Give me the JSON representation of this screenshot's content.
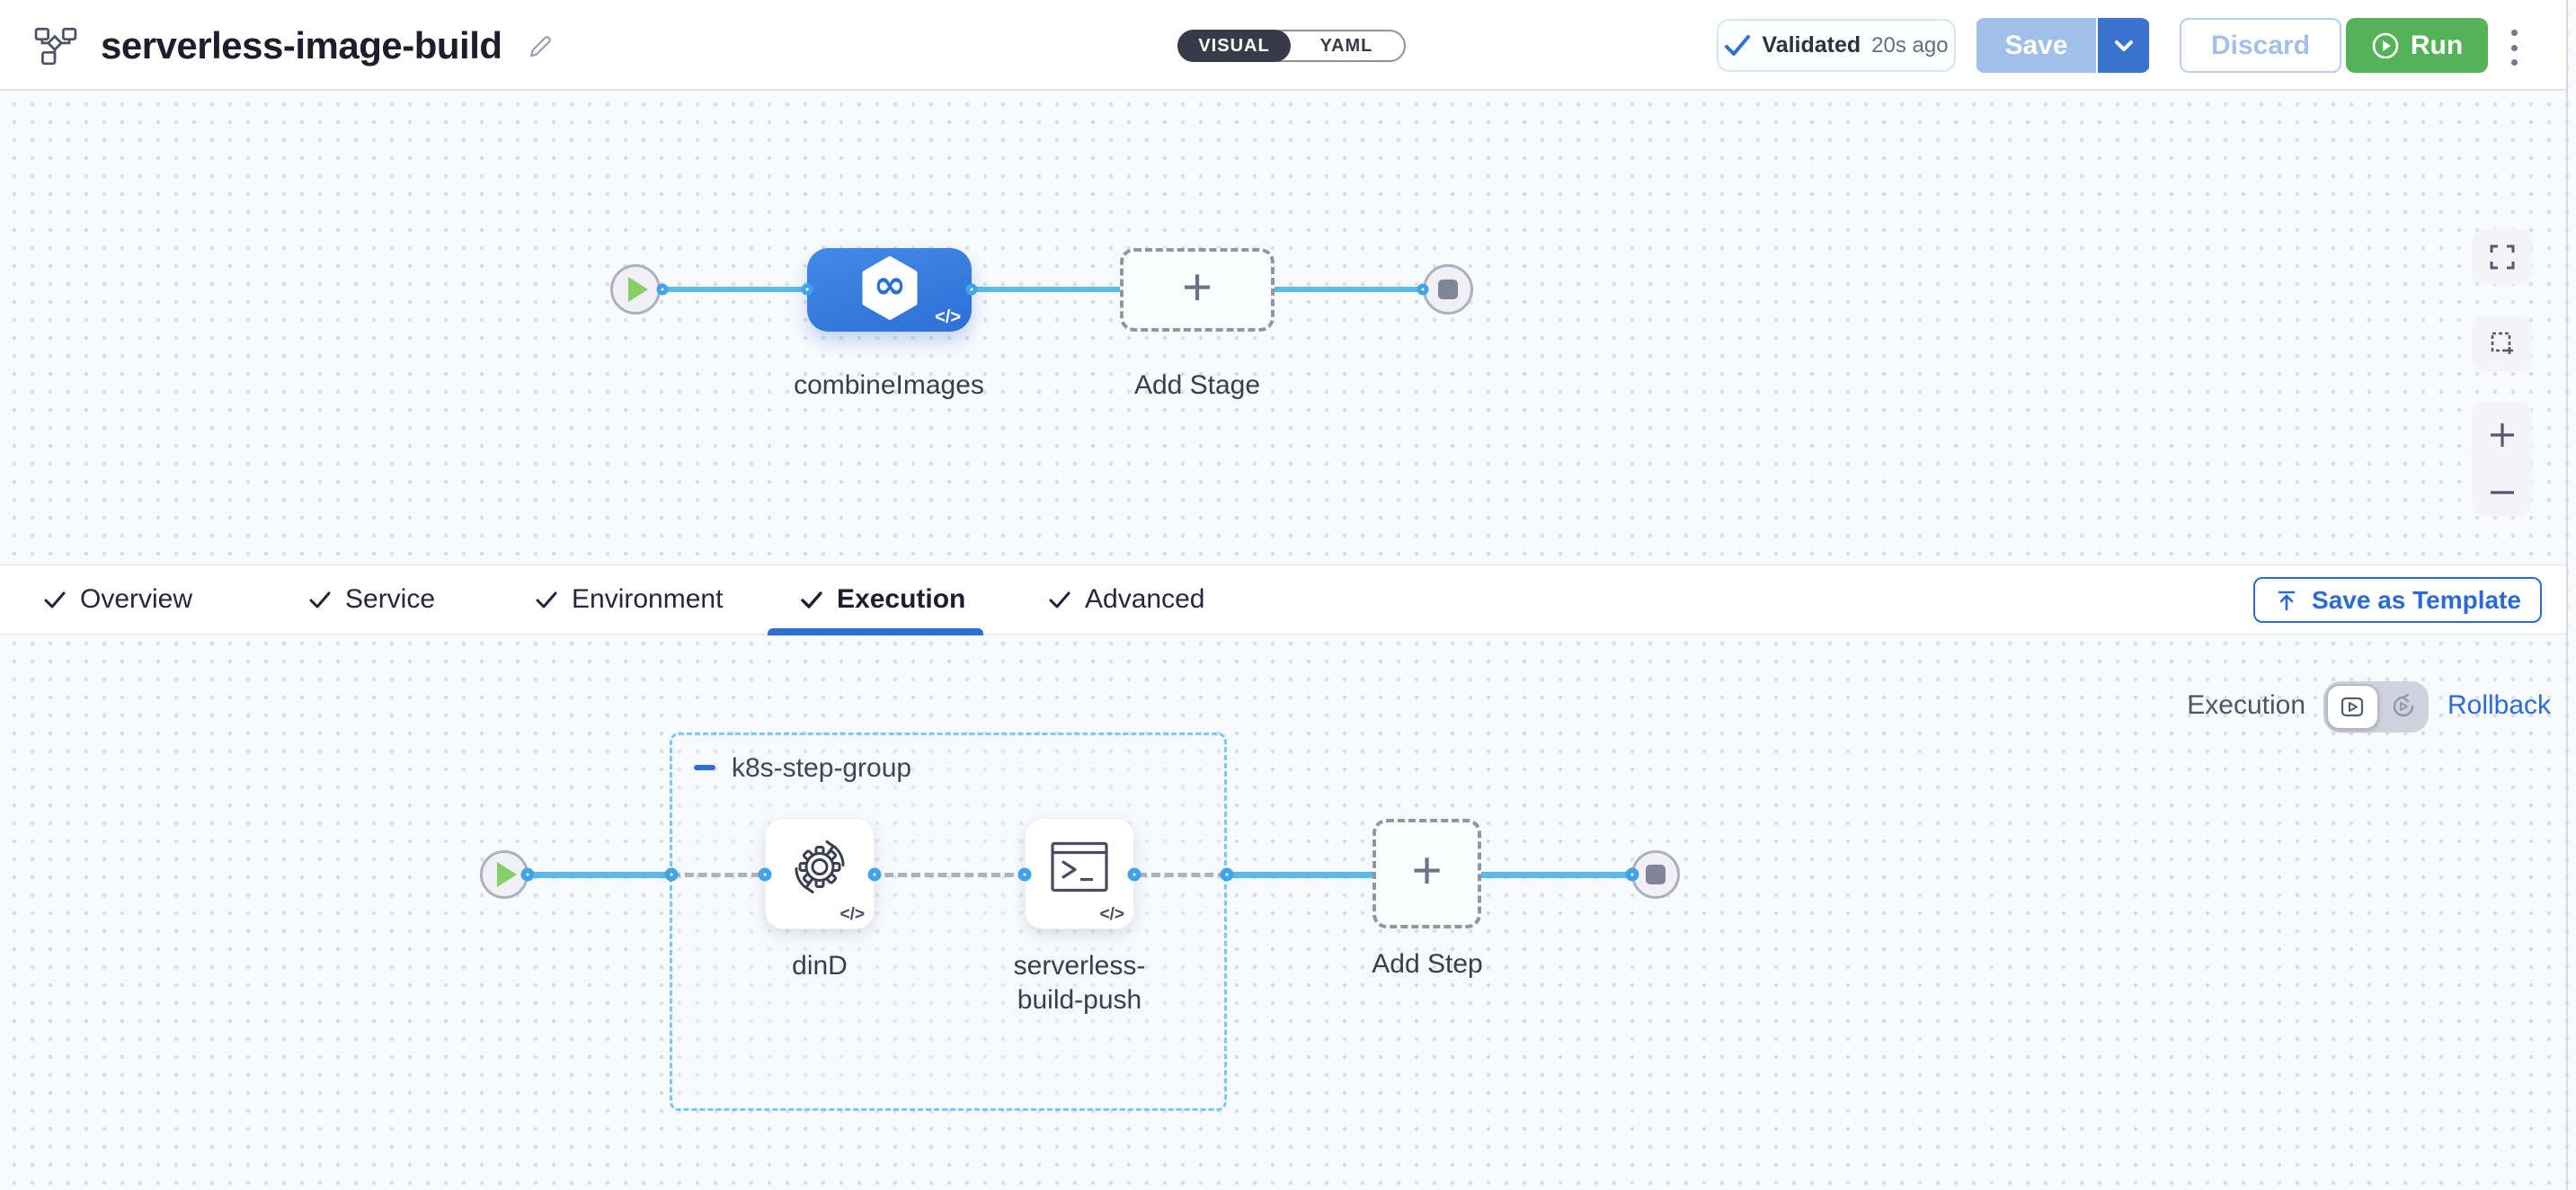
{
  "header": {
    "pipeline_name": "serverless-image-build",
    "mode_toggle": {
      "visual_label": "VISUAL",
      "yaml_label": "YAML"
    },
    "validation_badge": {
      "status": "Validated",
      "time_ago": "20s ago"
    },
    "save_label": "Save",
    "discard_label": "Discard",
    "run_label": "Run"
  },
  "stage_canvas": {
    "stage_label": "combineImages",
    "add_stage_label": "Add Stage",
    "code_badge": "</>"
  },
  "tabs": [
    {
      "label": "Overview"
    },
    {
      "label": "Service"
    },
    {
      "label": "Environment"
    },
    {
      "label": "Execution",
      "active": true
    },
    {
      "label": "Advanced"
    }
  ],
  "save_as_template_label": "Save as Template",
  "execution_canvas": {
    "execution_label": "Execution",
    "rollback_label": "Rollback",
    "step_group_label": "k8s-step-group",
    "steps": [
      {
        "label": "dinD"
      },
      {
        "label": "serverless-build-push"
      }
    ],
    "add_step_label": "Add Step",
    "code_badge": "</>"
  },
  "icons": {
    "plus": "+"
  },
  "colors": {
    "primary_blue": "#2e6fd6",
    "link_blue": "#2b6cd4",
    "run_green": "#56b259",
    "connector_blue": "#5cb9ec",
    "stage_node_blue": "#3478dd"
  }
}
